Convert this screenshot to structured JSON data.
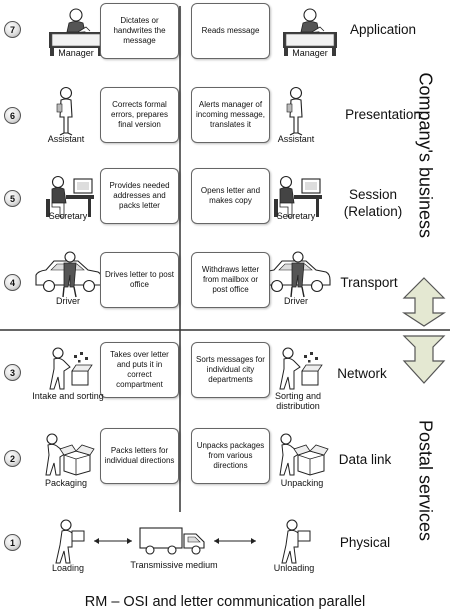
{
  "layers": [
    {
      "num": "7",
      "name": "Application",
      "left_box": "Dictates or handwrites the message",
      "right_box": "Reads message",
      "left_role": "Manager",
      "right_role": "Manager"
    },
    {
      "num": "6",
      "name": "Presentation",
      "left_box": "Corrects formal errors, prepares final version",
      "right_box": "Alerts manager of incoming message, translates it",
      "left_role": "Assistant",
      "right_role": "Assistant"
    },
    {
      "num": "5",
      "name": "Session (Relation)",
      "left_box": "Provides needed addresses and packs letter",
      "right_box": "Opens letter and makes copy",
      "left_role": "Secretary",
      "right_role": "Secretary"
    },
    {
      "num": "4",
      "name": "Transport",
      "left_box": "Drives letter to post office",
      "right_box": "Withdraws letter from mailbox or post office",
      "left_role": "Driver",
      "right_role": "Driver"
    },
    {
      "num": "3",
      "name": "Network",
      "left_box": "Takes over letter and puts it in correct compartment",
      "right_box": "Sorts messages for individual city departments",
      "left_role": "Intake and sorting",
      "right_role": "Sorting and distribution"
    },
    {
      "num": "2",
      "name": "Data link",
      "left_box": "Packs letters for individual directions",
      "right_box": "Unpacks packages from various directions",
      "left_role": "Packaging",
      "right_role": "Unpacking"
    },
    {
      "num": "1",
      "name": "Physical",
      "left_role": "Loading",
      "middle_role": "Transmissive medium",
      "right_role": "Unloading"
    }
  ],
  "group_labels": {
    "top": "Company's business",
    "bottom": "Postal services"
  },
  "caption": "RM – OSI and letter communication parallel",
  "icons": [
    "desk-worker-icon",
    "standing-person-icon",
    "computer-worker-icon",
    "car-driver-icon",
    "sorting-worker-icon",
    "package-worker-icon",
    "truck-icon",
    "up-arrow-icon",
    "down-arrow-icon"
  ],
  "colors": {
    "arrow_fill": "#e4e8d2",
    "line": "#333333"
  }
}
